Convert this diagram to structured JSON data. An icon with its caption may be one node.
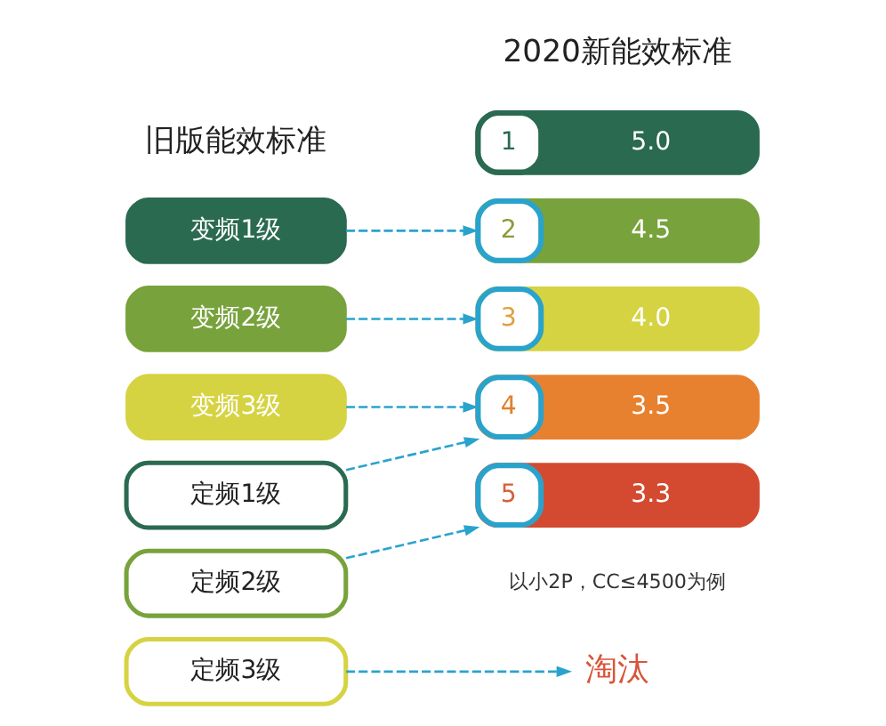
{
  "diagram": {
    "nodes": [
      {
        "text": [
          "变频1级"
        ]
      },
      {
        "text": [
          "变频2级"
        ]
      },
      {
        "text": [
          "变频3级"
        ]
      },
      {
        "text": [
          "定频1级"
        ]
      },
      {
        "text": [
          "定频2级"
        ]
      },
      {
        "text": [
          "定频3级"
        ]
      },
      {
        "text": [
          "1",
          "5.0"
        ]
      },
      {
        "text": [
          "2",
          "4.5"
        ]
      },
      {
        "text": [
          "3",
          "4.0"
        ]
      },
      {
        "text": [
          "4",
          "3.5"
        ]
      },
      {
        "text": [
          "5",
          "3.3"
        ]
      },
      {
        "text": [
          "淘汰"
        ]
      }
    ],
    "edges": [
      {
        "from": 0,
        "to": 7,
        "arrow": "to",
        "style": "dashed"
      },
      {
        "from": 1,
        "to": 8,
        "arrow": "to",
        "style": "dashed"
      },
      {
        "from": 2,
        "to": 9,
        "arrow": "to",
        "style": "dashed"
      },
      {
        "from": 3,
        "to": 9,
        "arrow": "to",
        "style": "dashed"
      },
      {
        "from": 4,
        "to": 10,
        "arrow": "to",
        "style": "dashed"
      },
      {
        "from": 5,
        "to": 11,
        "arrow": "to",
        "style": "dashed"
      }
    ],
    "labels": [
      "2020新能效标准",
      "旧版能效标准",
      "以小2P，CC≤4500为例"
    ]
  }
}
